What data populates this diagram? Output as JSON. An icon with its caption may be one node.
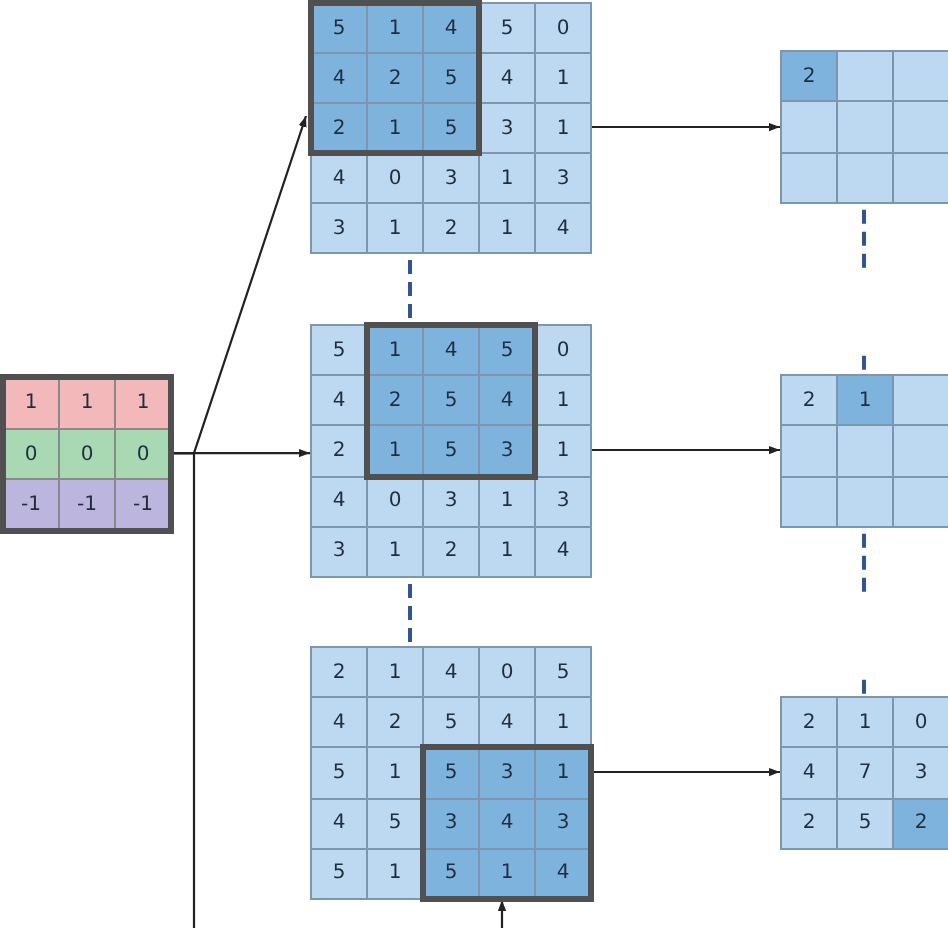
{
  "diagram": {
    "nodes": [
      {
        "text": [
          "1",
          "1",
          "1",
          "0",
          "0",
          "0",
          "-1",
          "-1",
          "-1"
        ]
      },
      {
        "text": [
          "5",
          "1",
          "4",
          "5",
          "0",
          "4",
          "2",
          "5",
          "4",
          "1",
          "2",
          "1",
          "5",
          "3",
          "1",
          "4",
          "0",
          "3",
          "1",
          "3",
          "3",
          "1",
          "2",
          "1",
          "4"
        ]
      },
      {
        "text": [
          "5",
          "1",
          "4",
          "5",
          "0",
          "4",
          "2",
          "5",
          "4",
          "1",
          "2",
          "1",
          "5",
          "3",
          "1",
          "4",
          "0",
          "3",
          "1",
          "3",
          "3",
          "1",
          "2",
          "1",
          "4"
        ]
      },
      {
        "text": [
          "2",
          "1",
          "4",
          "0",
          "5",
          "4",
          "2",
          "5",
          "4",
          "1",
          "5",
          "1",
          "5",
          "3",
          "1",
          "4",
          "5",
          "3",
          "4",
          "3",
          "5",
          "1",
          "5",
          "1",
          "4"
        ]
      },
      {
        "text": [
          "2"
        ]
      },
      {
        "text": [
          "2",
          "1"
        ]
      },
      {
        "text": [
          "2",
          "1",
          "0",
          "4",
          "7",
          "3",
          "2",
          "5",
          "2"
        ]
      }
    ],
    "edges": [
      {
        "from": 0,
        "to": 1,
        "arrow": "to"
      },
      {
        "from": 0,
        "to": 2,
        "arrow": "to"
      },
      {
        "from": 0,
        "to": 3,
        "arrow": "to"
      },
      {
        "from": 1,
        "to": 4,
        "arrow": "to"
      },
      {
        "from": 2,
        "to": 5,
        "arrow": "to"
      },
      {
        "from": 3,
        "to": 6,
        "arrow": "to"
      },
      {
        "from": 1,
        "to": 2,
        "arrow": "none",
        "style": "dashed",
        "color": "#2f5597"
      },
      {
        "from": 2,
        "to": 3,
        "arrow": "none",
        "style": "dashed",
        "color": "#2f5597"
      },
      {
        "from": 4,
        "to": 5,
        "arrow": "none",
        "style": "dashed",
        "color": "#2f5597"
      },
      {
        "from": 5,
        "to": 6,
        "arrow": "none",
        "style": "dashed",
        "color": "#2f5597"
      }
    ]
  }
}
